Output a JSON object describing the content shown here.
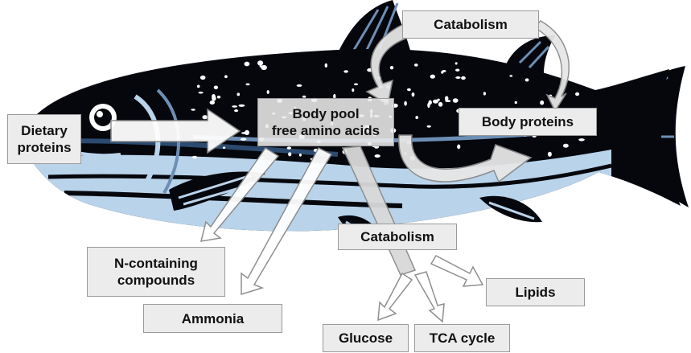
{
  "labels": {
    "dietary_proteins": "Dietary\nproteins",
    "body_pool": "Body pool\nfree amino acids",
    "catabolism_top": "Catabolism",
    "body_proteins": "Body proteins",
    "catabolism_mid": "Catabolism",
    "n_containing": "N-containing\ncompounds",
    "ammonia": "Ammonia",
    "glucose": "Glucose",
    "tca_cycle": "TCA cycle",
    "lipids": "Lipids"
  },
  "colors": {
    "fish_dark": "#05070d",
    "fish_light": "#b9d3ea",
    "box_fill": "#ececec",
    "arrow_fill": "#ffffff",
    "arrow_stroke": "#8a8a8a"
  }
}
